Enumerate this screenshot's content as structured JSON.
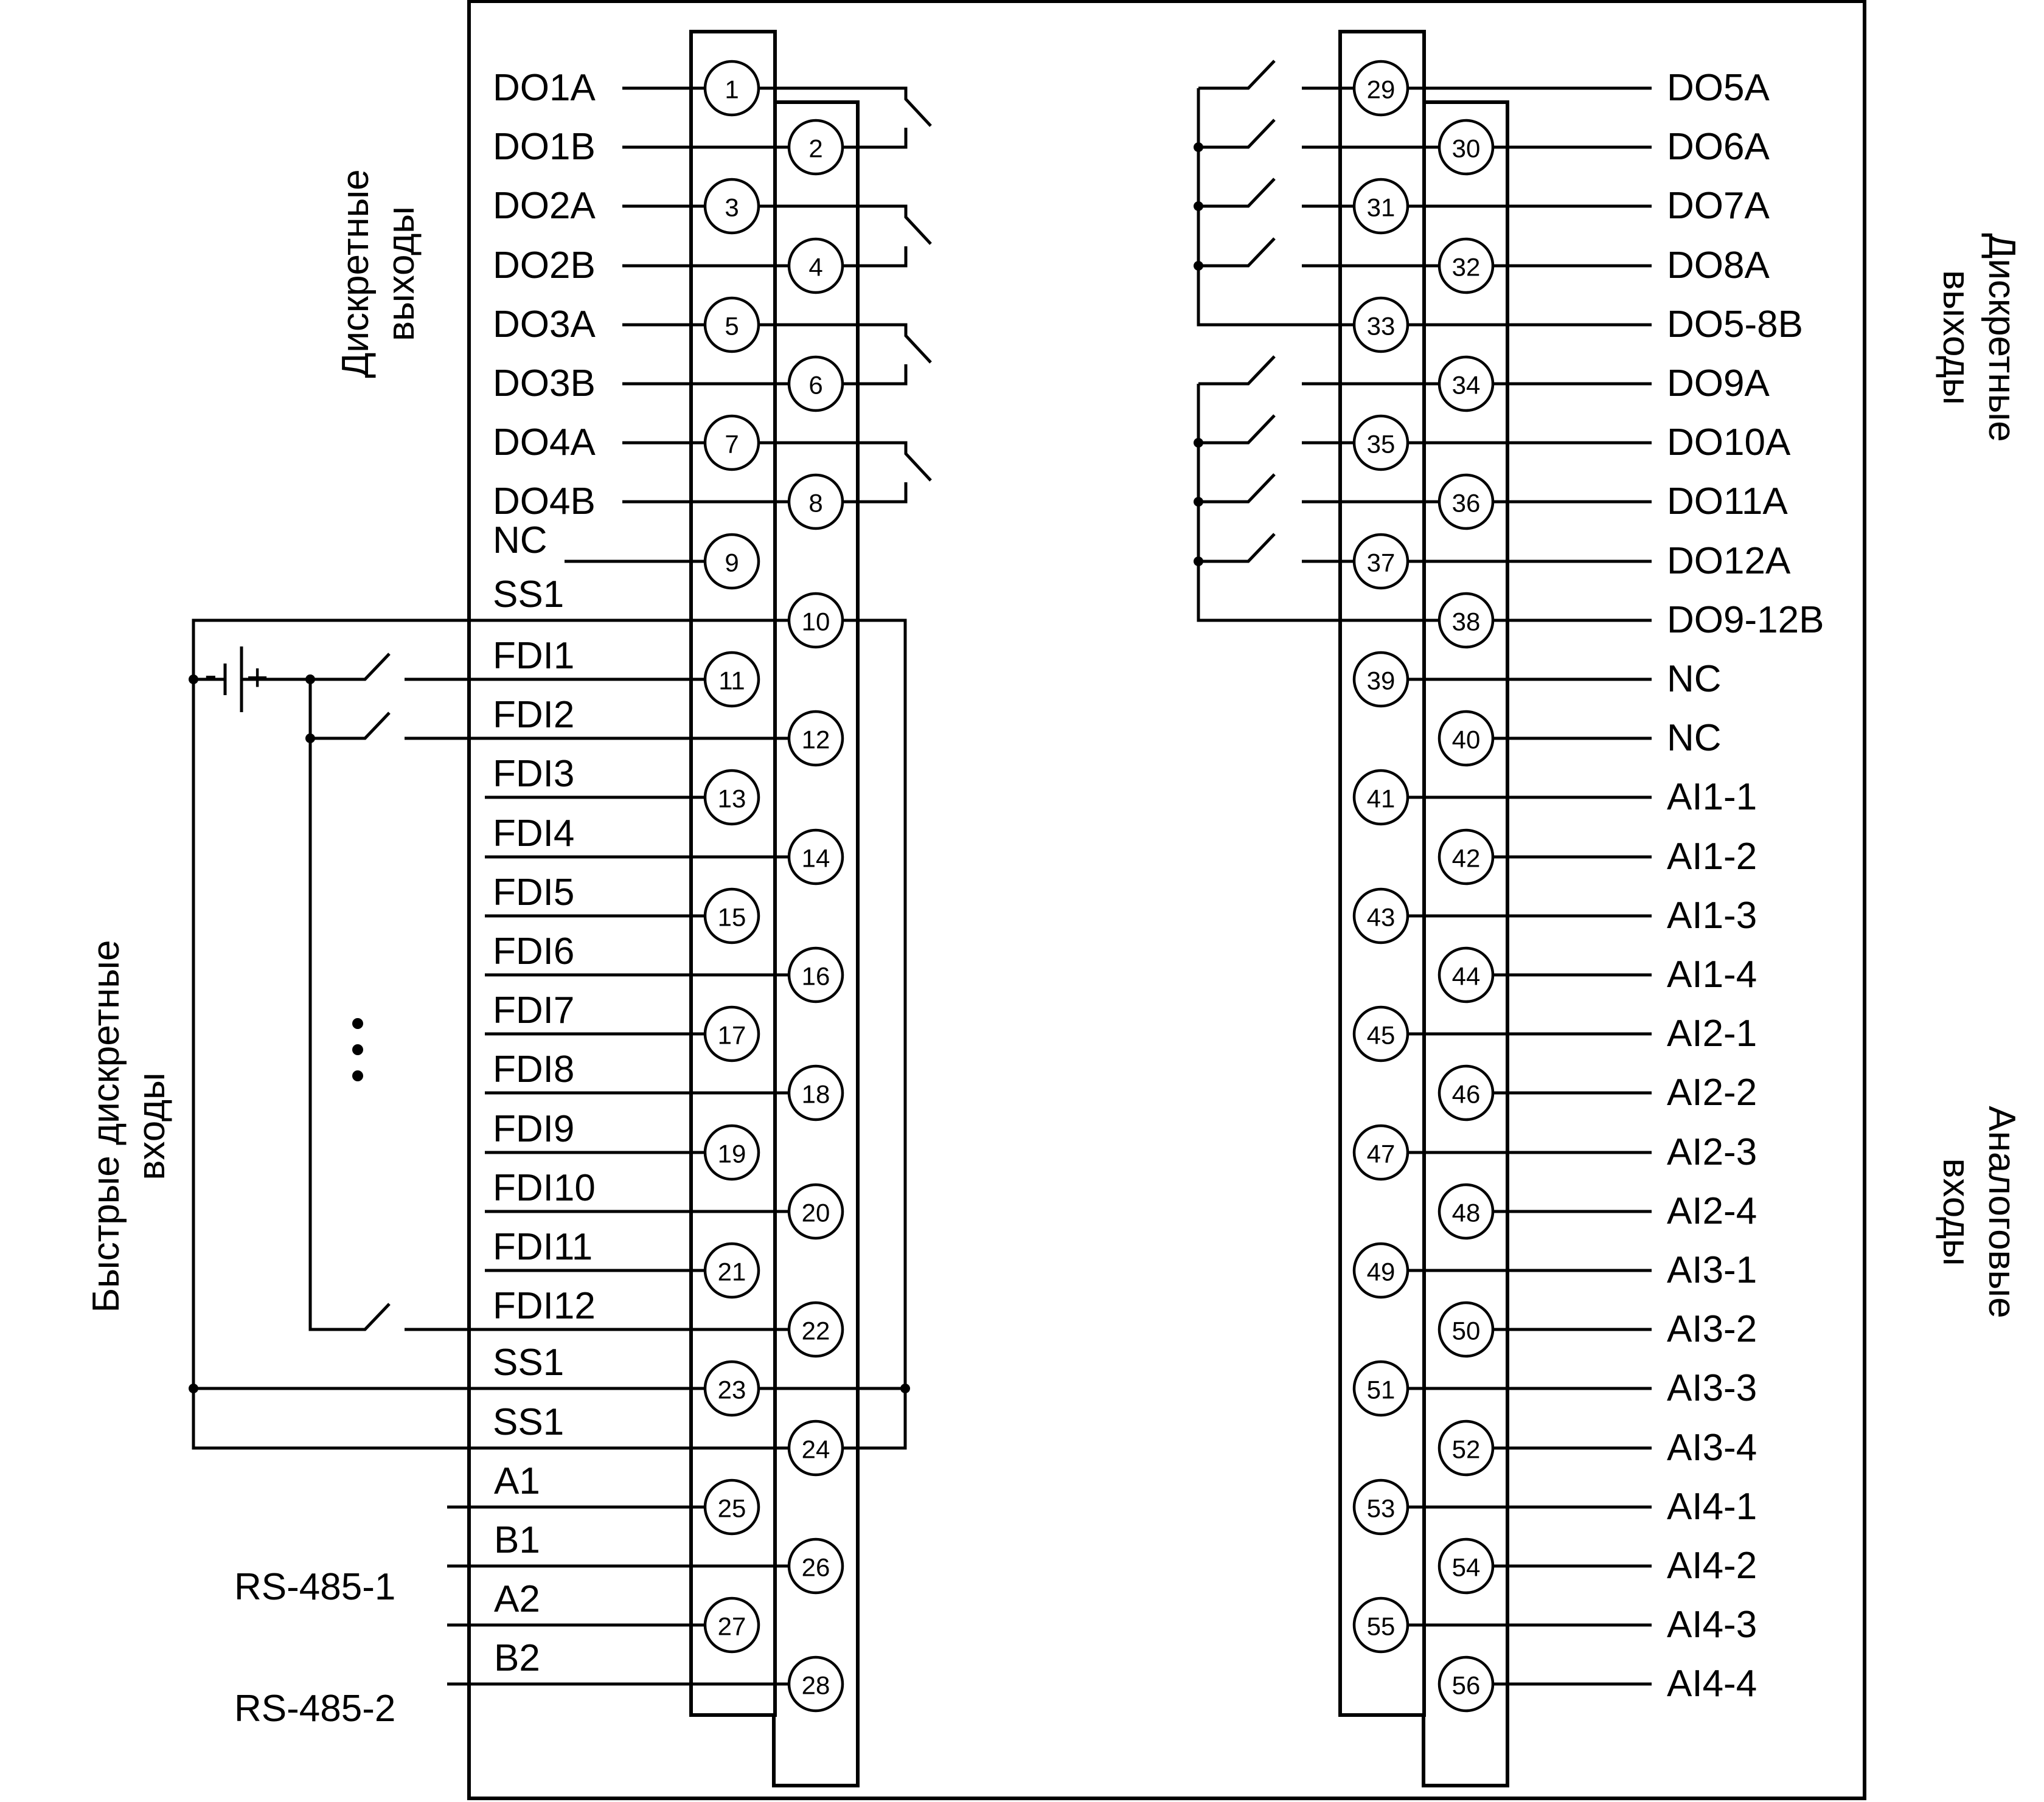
{
  "sections": {
    "discrete_outputs_left": [
      "Дискретные",
      "выходы"
    ],
    "fast_inputs": [
      "Быстрые дискретные",
      "входы"
    ],
    "discrete_outputs_right": [
      "Дискретные",
      "выходы"
    ],
    "analog_inputs": [
      "Аналоговые",
      "входы"
    ]
  },
  "battery": {
    "minus": "-",
    "plus": "+"
  },
  "rs485_labels": [
    "RS-485-1",
    "RS-485-2"
  ],
  "left_terminals": [
    {
      "num": "1",
      "label": "DO1A"
    },
    {
      "num": "2",
      "label": "DO1B"
    },
    {
      "num": "3",
      "label": "DO2A"
    },
    {
      "num": "4",
      "label": "DO2B"
    },
    {
      "num": "5",
      "label": "DO3A"
    },
    {
      "num": "6",
      "label": "DO3B"
    },
    {
      "num": "7",
      "label": "DO4A"
    },
    {
      "num": "8",
      "label": "DO4B"
    },
    {
      "num": "9",
      "label": "NC"
    },
    {
      "num": "10",
      "label": "SS1"
    },
    {
      "num": "11",
      "label": "FDI1"
    },
    {
      "num": "12",
      "label": "FDI2"
    },
    {
      "num": "13",
      "label": "FDI3"
    },
    {
      "num": "14",
      "label": "FDI4"
    },
    {
      "num": "15",
      "label": "FDI5"
    },
    {
      "num": "16",
      "label": "FDI6"
    },
    {
      "num": "17",
      "label": "FDI7"
    },
    {
      "num": "18",
      "label": "FDI8"
    },
    {
      "num": "19",
      "label": "FDI9"
    },
    {
      "num": "20",
      "label": "FDI10"
    },
    {
      "num": "21",
      "label": "FDI11"
    },
    {
      "num": "22",
      "label": "FDI12"
    },
    {
      "num": "23",
      "label": "SS1"
    },
    {
      "num": "24",
      "label": "SS1"
    },
    {
      "num": "25",
      "label": "A1"
    },
    {
      "num": "26",
      "label": "B1"
    },
    {
      "num": "27",
      "label": "A2"
    },
    {
      "num": "28",
      "label": "B2"
    }
  ],
  "right_terminals": [
    {
      "num": "29",
      "label": "DO5A"
    },
    {
      "num": "30",
      "label": "DO6A"
    },
    {
      "num": "31",
      "label": "DO7A"
    },
    {
      "num": "32",
      "label": "DO8A"
    },
    {
      "num": "33",
      "label": "DO5-8B"
    },
    {
      "num": "34",
      "label": "DO9A"
    },
    {
      "num": "35",
      "label": "DO10A"
    },
    {
      "num": "36",
      "label": "DO11A"
    },
    {
      "num": "37",
      "label": "DO12A"
    },
    {
      "num": "38",
      "label": "DO9-12B"
    },
    {
      "num": "39",
      "label": "NC"
    },
    {
      "num": "40",
      "label": "NC"
    },
    {
      "num": "41",
      "label": "AI1-1"
    },
    {
      "num": "42",
      "label": "AI1-2"
    },
    {
      "num": "43",
      "label": "AI1-3"
    },
    {
      "num": "44",
      "label": "AI1-4"
    },
    {
      "num": "45",
      "label": "AI2-1"
    },
    {
      "num": "46",
      "label": "AI2-2"
    },
    {
      "num": "47",
      "label": "AI2-3"
    },
    {
      "num": "48",
      "label": "AI2-4"
    },
    {
      "num": "49",
      "label": "AI3-1"
    },
    {
      "num": "50",
      "label": "AI3-2"
    },
    {
      "num": "51",
      "label": "AI3-3"
    },
    {
      "num": "52",
      "label": "AI3-4"
    },
    {
      "num": "53",
      "label": "AI4-1"
    },
    {
      "num": "54",
      "label": "AI4-2"
    },
    {
      "num": "55",
      "label": "AI4-3"
    },
    {
      "num": "56",
      "label": "AI4-4"
    }
  ]
}
